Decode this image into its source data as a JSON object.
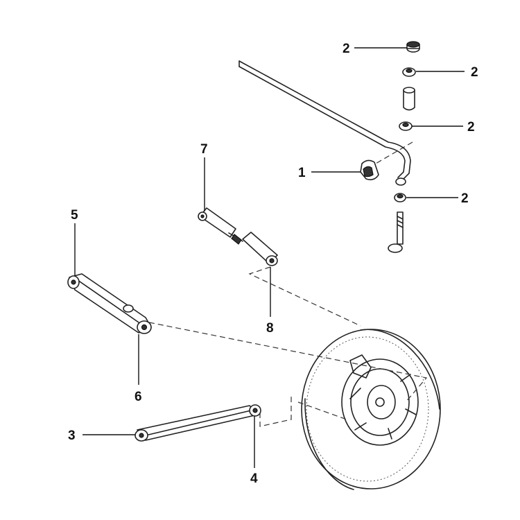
{
  "labels": {
    "bushing": "1",
    "nut_top": "2",
    "washer_upper": "2",
    "washer_lower": "2",
    "nut_bottom": "2",
    "lower_arm_rear": "3",
    "lower_arm_bolt": "4",
    "upper_arm_front": "5",
    "upper_arm_rear": "6",
    "lateral_link_upper": "7",
    "lateral_link_lower": "8"
  },
  "colors": {
    "line": "#222222",
    "text": "#111111",
    "background": "#ffffff"
  }
}
